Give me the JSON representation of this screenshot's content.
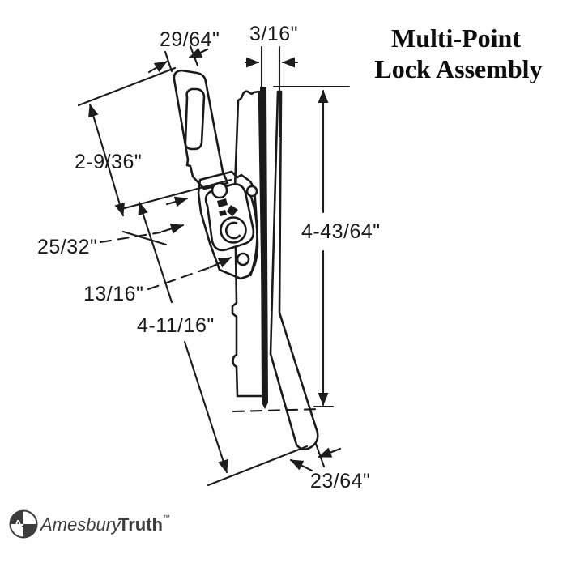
{
  "title": {
    "line1": "Multi-Point",
    "line2": "Lock Assembly"
  },
  "diagram": {
    "name": "multi-point-lock-assembly-drawing",
    "dimensions": {
      "tie_bar_width": "29/64\"",
      "gap_width": "3/16\"",
      "upper_span": "2-9/36\"",
      "pivot_offset": "25/32\"",
      "cam_offset": "13/16\"",
      "lower_span": "4-11/16\"",
      "assembly_length": "4-43/64\"",
      "handle_tip_width": "23/64\""
    },
    "colors": {
      "line": "#1a1a1a",
      "background": "#fefefe",
      "logo": "#3d3d3d"
    }
  },
  "footer": {
    "logo_monogram_a": "A",
    "logo_monogram_t": "T",
    "brand_amesbury": "Amesbury",
    "brand_truth": "Truth",
    "trademark": "™"
  }
}
